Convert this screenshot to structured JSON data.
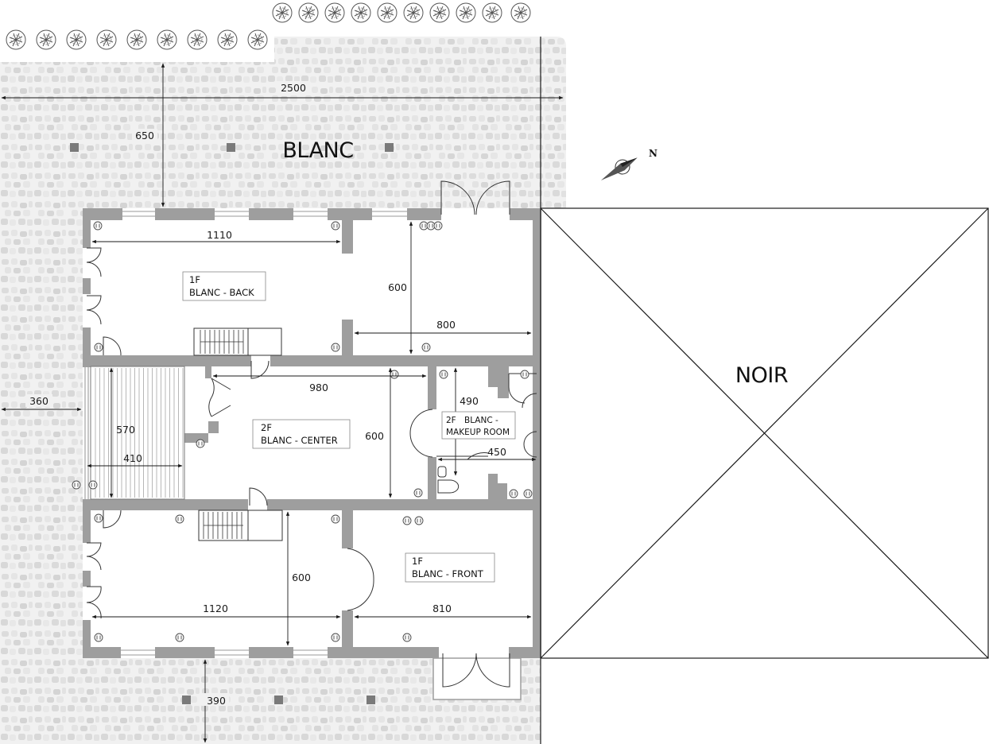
{
  "zones": {
    "blanc": "BLANC",
    "noir": "NOIR"
  },
  "rooms": {
    "back": {
      "floor": "1F",
      "name": "BLANC - BACK"
    },
    "center": {
      "floor": "2F",
      "name": "BLANC - CENTER"
    },
    "makeup": {
      "floor": "2F",
      "name_line1": "BLANC -",
      "name_line2": "MAKEUP ROOM"
    },
    "front": {
      "floor": "1F",
      "name": "BLANC - FRONT"
    }
  },
  "dimensions": {
    "overall_width": "2500",
    "top_setback": "650",
    "left_setback": "360",
    "bottom_setback": "390",
    "back_width": "1110",
    "back_depth": "600",
    "back_right_width": "800",
    "center_width": "980",
    "center_depth": "600",
    "stage_depth": "570",
    "stage_width": "410",
    "makeup_depth": "490",
    "makeup_width": "450",
    "front_width": "1120",
    "front_depth": "600",
    "front_right_width": "810"
  },
  "compass": {
    "label": "N"
  },
  "colors": {
    "wall": "#9e9e9e",
    "line": "#1a1a1a",
    "paving_bg": "#f1f1f1",
    "stone_a": "#dddddd",
    "stone_b": "#e6e6e6",
    "stone_c": "#d2d2d2",
    "column": "#7a7a7a"
  }
}
